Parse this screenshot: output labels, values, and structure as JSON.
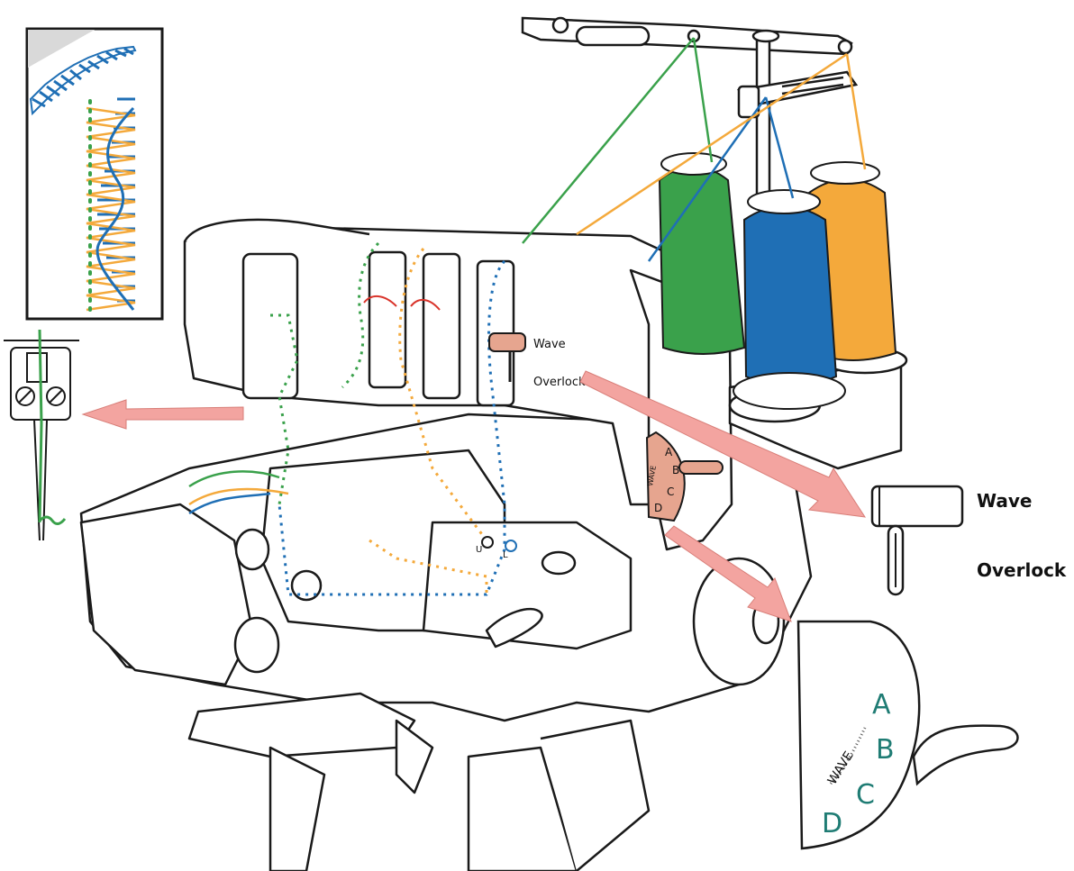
{
  "labels": {
    "small_wave": "Wave",
    "small_overlock": "Overlock",
    "large_wave": "Wave",
    "large_overlock": "Overlock",
    "small_dial": [
      "A",
      "B",
      "C",
      "D"
    ],
    "small_dial_word": "WAVE",
    "large_dial": [
      "A",
      "B",
      "C",
      "D"
    ],
    "large_dial_word": "WAVE",
    "plate_upper": "U",
    "plate_lower": "L"
  },
  "colors": {
    "green": "#3aa14b",
    "blue": "#1f6fb5",
    "orange": "#f4a93b",
    "arrow": "#f3a4a0",
    "accent": "#e6a58f",
    "dial_text": "#1f7c74",
    "line": "#1a1a1a"
  }
}
